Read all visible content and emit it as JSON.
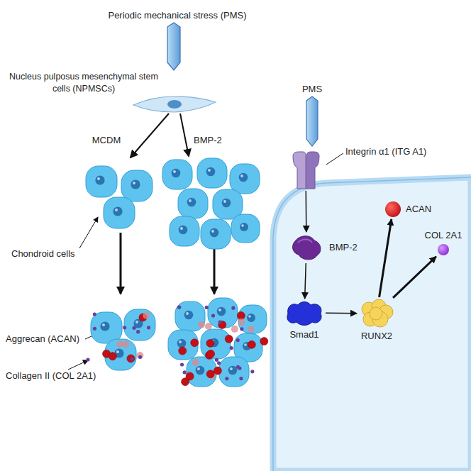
{
  "diagram": {
    "nodes": [
      {
        "text": [
          "Integrin α1 (ITG A1)"
        ]
      },
      {
        "text": [
          "BMP-2"
        ]
      },
      {
        "text": [
          "Smad1"
        ]
      },
      {
        "text": [
          "RUNX2"
        ]
      },
      {
        "text": [
          "ACAN"
        ]
      },
      {
        "text": [
          "COL 2A1"
        ]
      }
    ],
    "edges": [
      {
        "from": 0,
        "to": 1,
        "arrow": "to"
      },
      {
        "from": 1,
        "to": 2,
        "arrow": "to"
      },
      {
        "from": 2,
        "to": 3,
        "arrow": "to"
      },
      {
        "from": 3,
        "to": 4,
        "arrow": "to"
      },
      {
        "from": 3,
        "to": 5,
        "arrow": "to"
      }
    ],
    "labels": [
      "Periodic mechanical stress (PMS)",
      "Nucleus pulposus mesenchymal stem cells (NPMSCs)",
      "MCDM",
      "BMP-2",
      "Chondroid cells",
      "Aggrecan (ACAN)",
      "Collagen II (COL 2A1)",
      "PMS"
    ]
  }
}
